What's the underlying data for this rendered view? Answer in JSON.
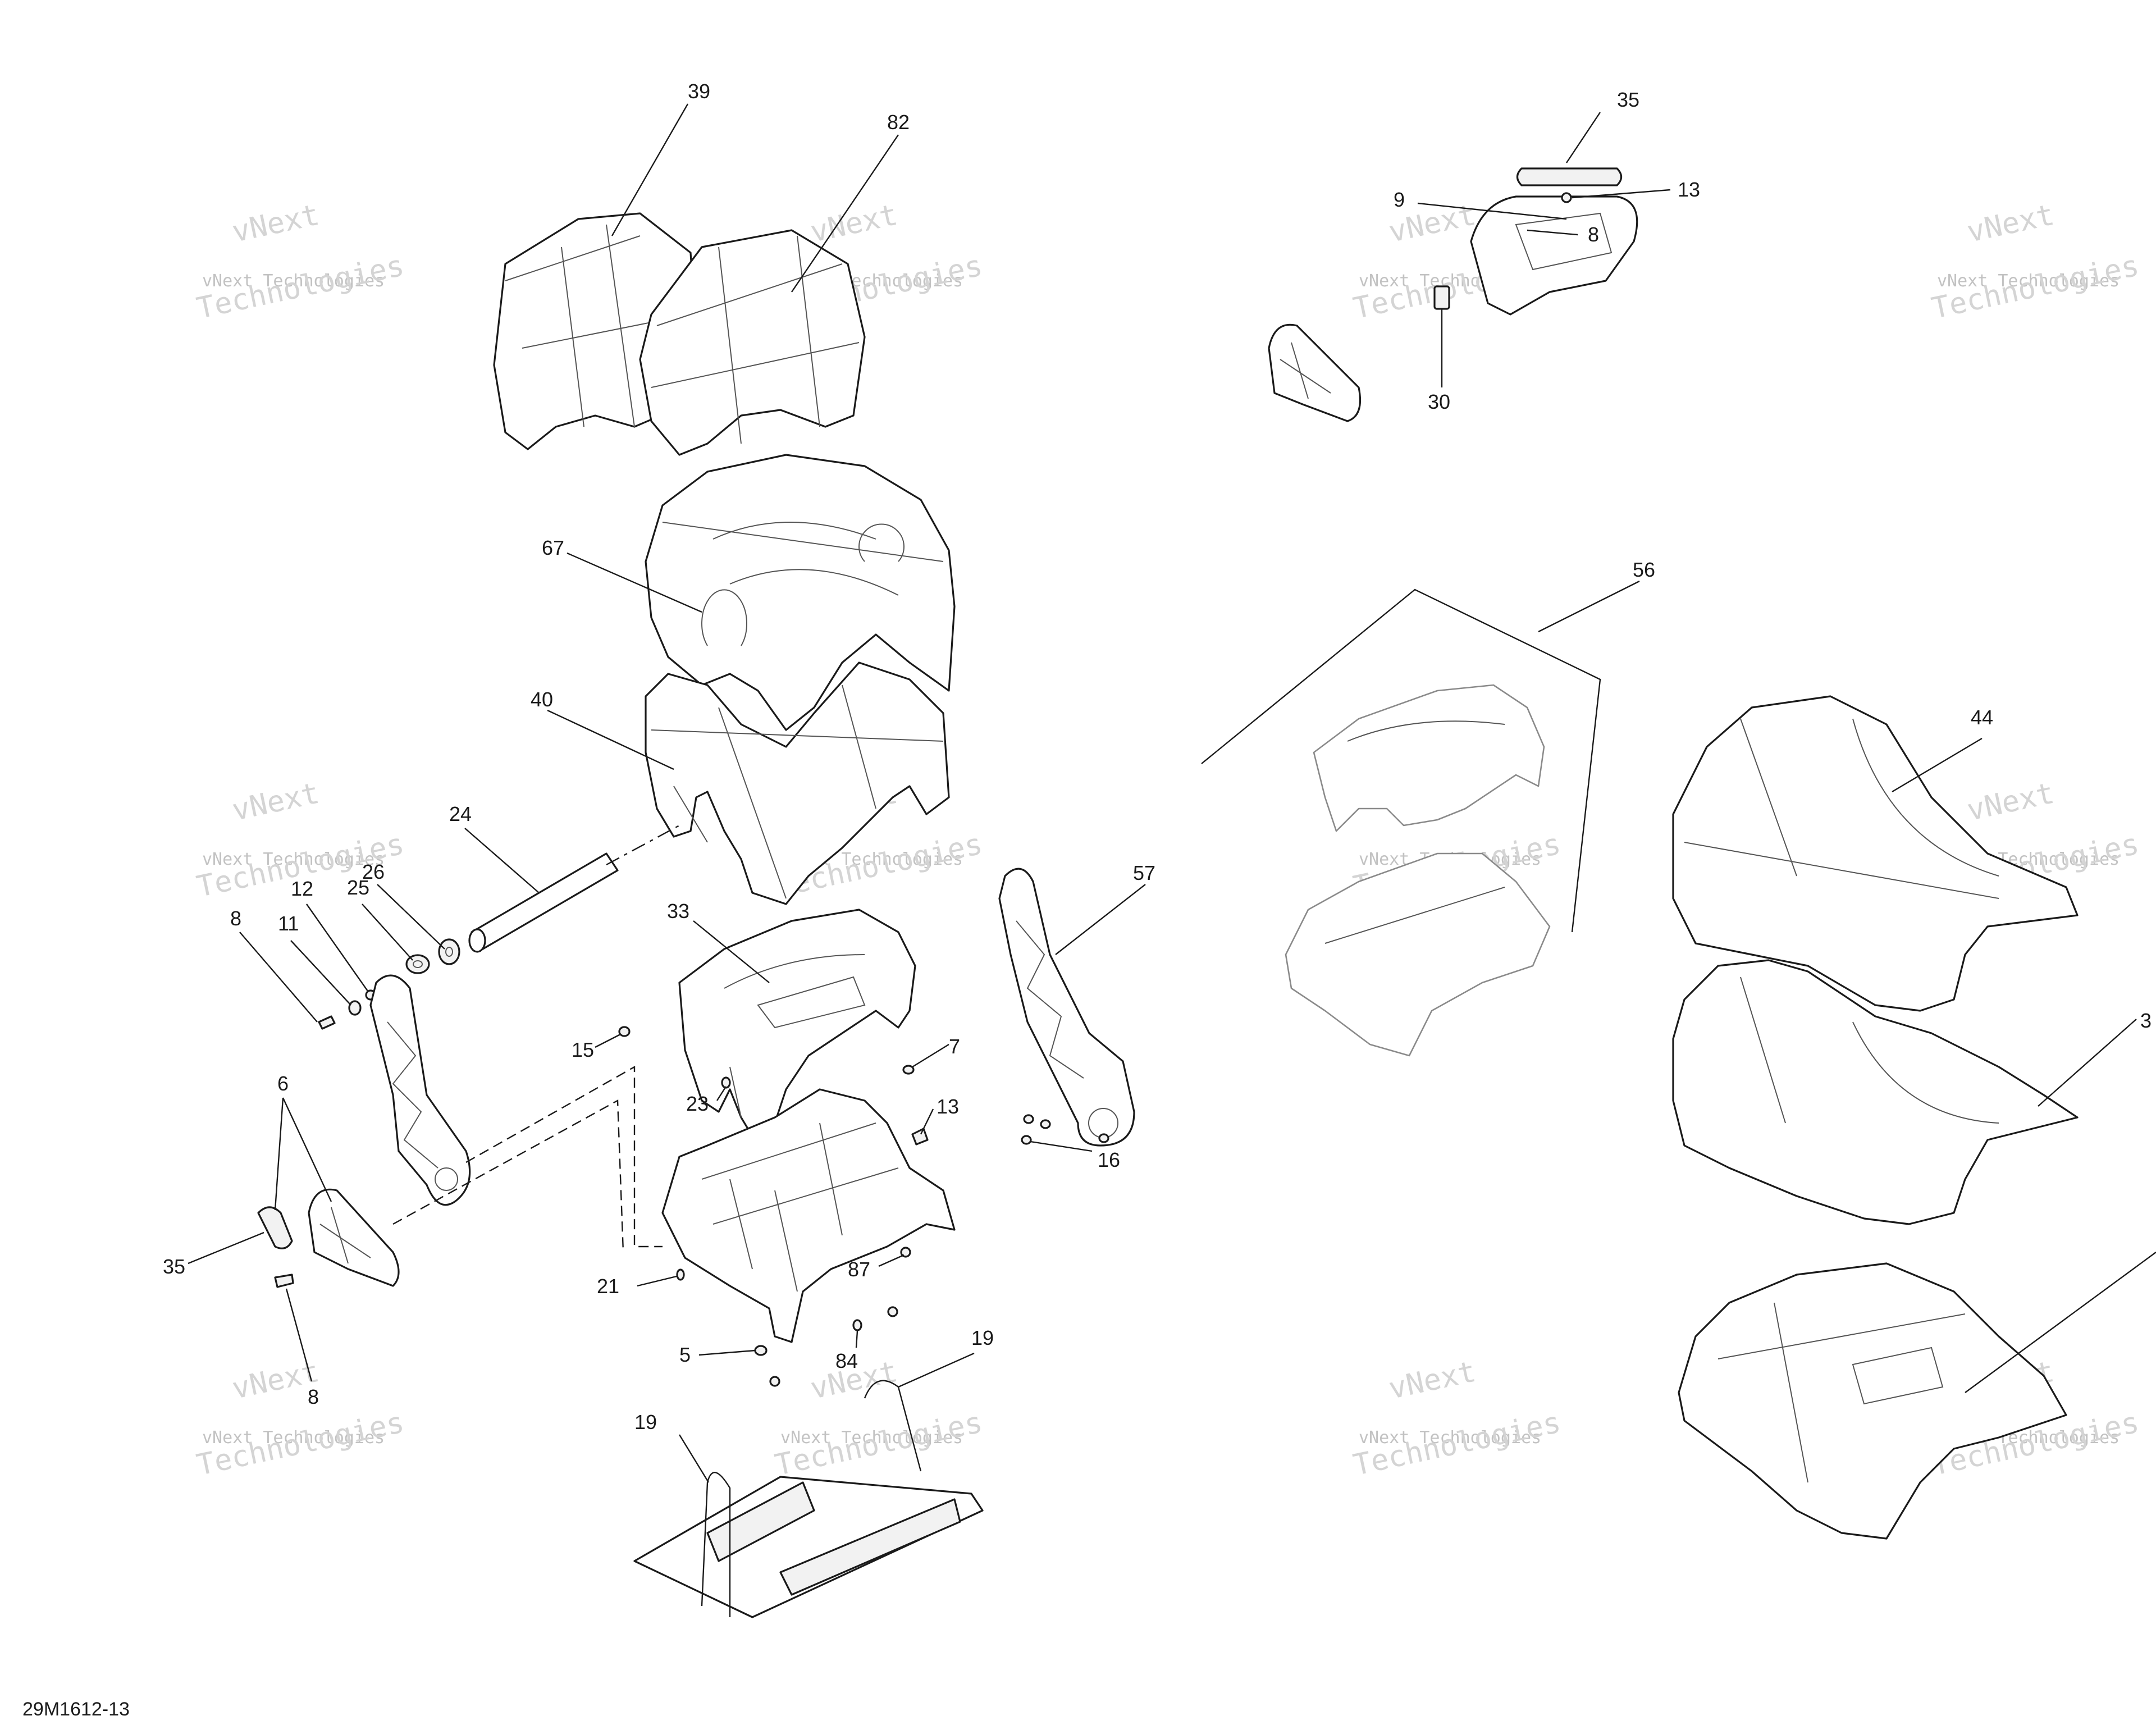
{
  "diagram": {
    "reference_code": "29M1612-13",
    "watermark": {
      "line1": "vNext",
      "line2": "vNext Technologies",
      "line3": "Technologies"
    },
    "callouts": [
      {
        "id": "c39",
        "label": "39"
      },
      {
        "id": "c82",
        "label": "82"
      },
      {
        "id": "c67",
        "label": "67"
      },
      {
        "id": "c40",
        "label": "40"
      },
      {
        "id": "c24",
        "label": "24"
      },
      {
        "id": "c26",
        "label": "26"
      },
      {
        "id": "c25",
        "label": "25"
      },
      {
        "id": "c12",
        "label": "12"
      },
      {
        "id": "c11",
        "label": "11"
      },
      {
        "id": "c8a",
        "label": "8"
      },
      {
        "id": "c6",
        "label": "6"
      },
      {
        "id": "c35a",
        "label": "35"
      },
      {
        "id": "c8b",
        "label": "8"
      },
      {
        "id": "c33",
        "label": "33"
      },
      {
        "id": "c15",
        "label": "15"
      },
      {
        "id": "c23",
        "label": "23"
      },
      {
        "id": "c7",
        "label": "7"
      },
      {
        "id": "c13a",
        "label": "13"
      },
      {
        "id": "c87",
        "label": "87"
      },
      {
        "id": "c21",
        "label": "21"
      },
      {
        "id": "c5",
        "label": "5"
      },
      {
        "id": "c84",
        "label": "84"
      },
      {
        "id": "c19a",
        "label": "19"
      },
      {
        "id": "c19b",
        "label": "19"
      },
      {
        "id": "c57",
        "label": "57"
      },
      {
        "id": "c16",
        "label": "16"
      },
      {
        "id": "c35b",
        "label": "35"
      },
      {
        "id": "c13b",
        "label": "13"
      },
      {
        "id": "c9",
        "label": "9"
      },
      {
        "id": "c8c",
        "label": "8"
      },
      {
        "id": "c30",
        "label": "30"
      },
      {
        "id": "c56",
        "label": "56"
      },
      {
        "id": "c44",
        "label": "44"
      },
      {
        "id": "c3",
        "label": "3"
      }
    ]
  }
}
